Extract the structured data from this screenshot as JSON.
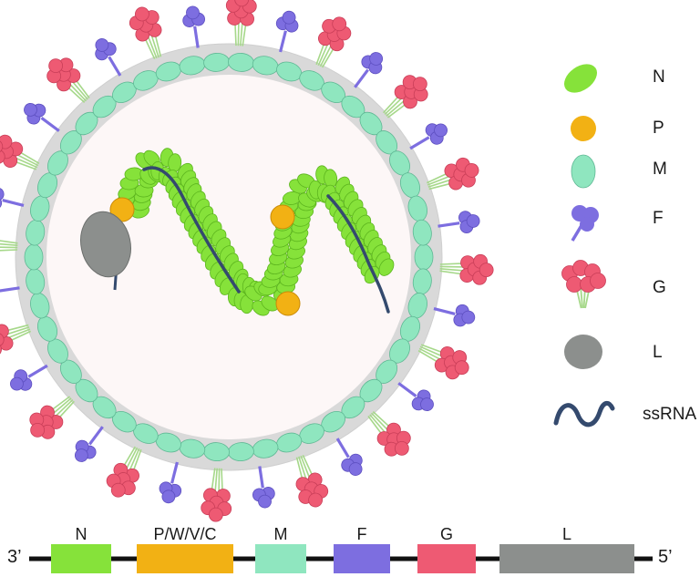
{
  "colors": {
    "N": "#86e23a",
    "P": "#f2b114",
    "M": "#8fe6bf",
    "F": "#7d6ee0",
    "G": "#ee5a73",
    "L": "#8c8f8d",
    "ssRNA": "#344a6e",
    "envelope": "#d9d9d9",
    "interior": "#fdf7f7",
    "stem": "#a6d88a"
  },
  "legend": [
    {
      "key": "N",
      "label": "N",
      "icon": "green-ellipse-icon"
    },
    {
      "key": "P",
      "label": "P",
      "icon": "orange-circle-icon"
    },
    {
      "key": "M",
      "label": "M",
      "icon": "teal-ellipse-icon"
    },
    {
      "key": "F",
      "label": "F",
      "icon": "purple-lollipop-icon"
    },
    {
      "key": "G",
      "label": "G",
      "icon": "pink-cluster-icon"
    },
    {
      "key": "L",
      "label": "L",
      "icon": "grey-ellipse-icon"
    },
    {
      "key": "ssRNA",
      "label": "ssRNA",
      "icon": "wave-icon"
    }
  ],
  "genome": {
    "left_end": "3’",
    "right_end": "5’",
    "genes": [
      {
        "key": "N",
        "label": "N"
      },
      {
        "key": "P",
        "label": "P/W/V/C"
      },
      {
        "key": "M",
        "label": "M"
      },
      {
        "key": "F",
        "label": "F"
      },
      {
        "key": "G",
        "label": "G"
      },
      {
        "key": "L",
        "label": "L"
      }
    ]
  }
}
